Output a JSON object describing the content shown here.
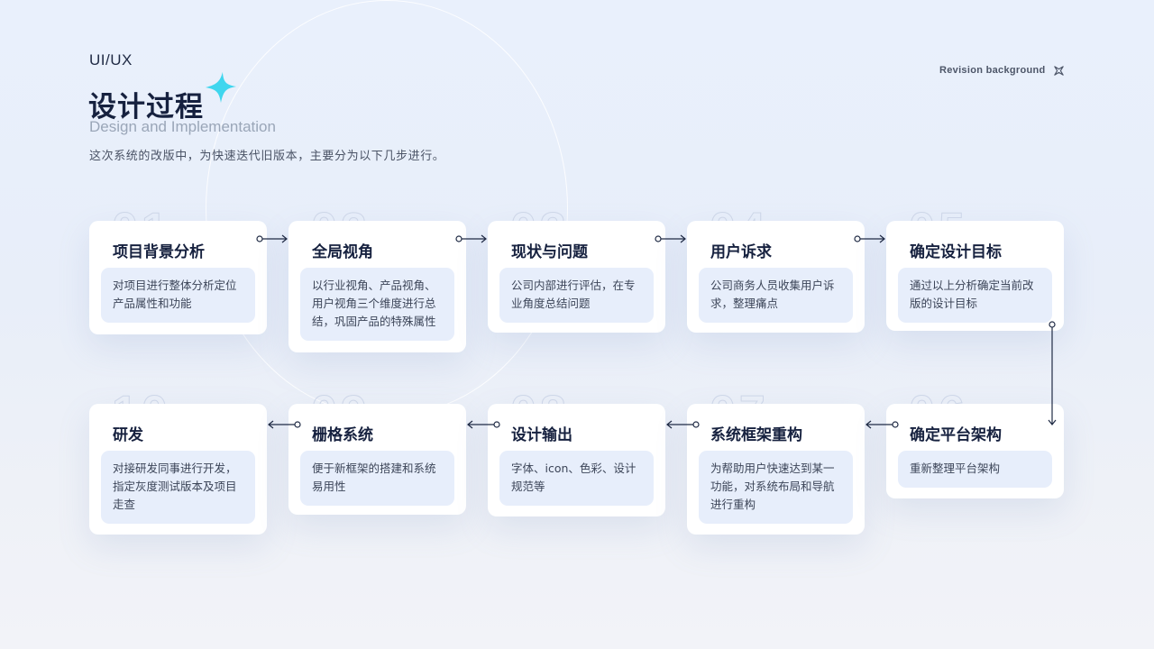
{
  "header": {
    "brand": "UI/UX",
    "title": "设计过程",
    "subtitle": "Design and Implementation",
    "description": "这次系统的改版中，为快速迭代旧版本，主要分为以下几步进行。",
    "revision": "Revision background",
    "accent_color": "#3fd6ee"
  },
  "steps": [
    {
      "num": "01",
      "title": "项目背景分析",
      "body": "对项目进行整体分析定位产品属性和功能"
    },
    {
      "num": "02",
      "title": "全局视角",
      "body": "以行业视角、产品视角、用户视角三个维度进行总结，巩固产品的特殊属性"
    },
    {
      "num": "03",
      "title": "现状与问题",
      "body": "公司内部进行评估，在专业角度总结问题"
    },
    {
      "num": "04",
      "title": "用户诉求",
      "body": "公司商务人员收集用户诉求，整理痛点"
    },
    {
      "num": "05",
      "title": "确定设计目标",
      "body": "通过以上分析确定当前改版的设计目标"
    },
    {
      "num": "06",
      "title": "确定平台架构",
      "body": "重新整理平台架构"
    },
    {
      "num": "07",
      "title": "系统框架重构",
      "body": "为帮助用户快速达到某一功能，对系统布局和导航进行重构"
    },
    {
      "num": "08",
      "title": "设计输出",
      "body": "字体、icon、色彩、设计规范等"
    },
    {
      "num": "09",
      "title": "栅格系统",
      "body": "便于新框架的搭建和系统易用性"
    },
    {
      "num": "10",
      "title": "研发",
      "body": "对接研发同事进行开发，指定灰度测试版本及项目走查"
    }
  ]
}
